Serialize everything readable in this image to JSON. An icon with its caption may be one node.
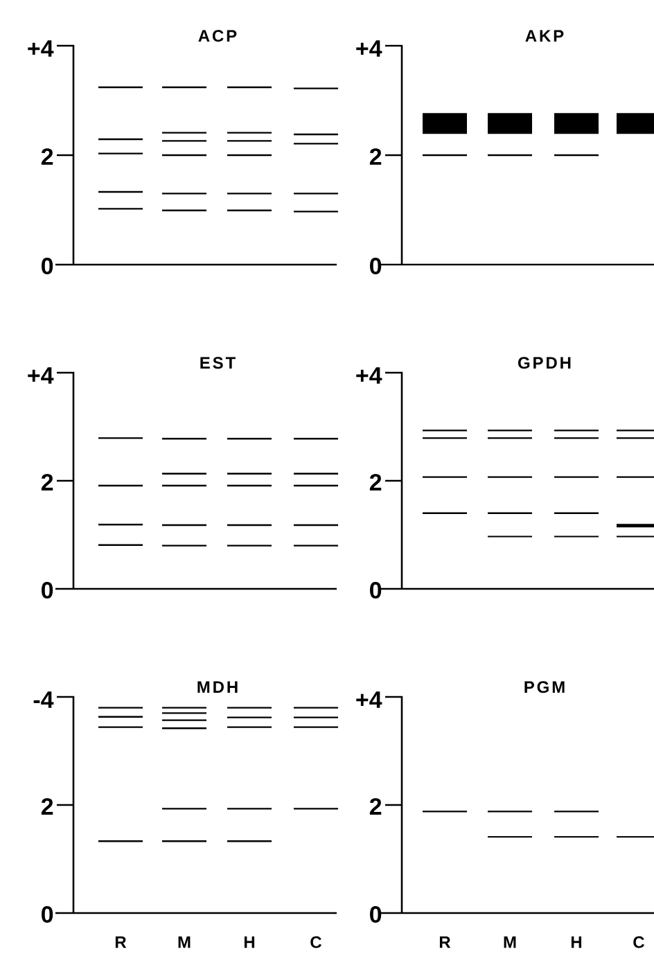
{
  "diagram": {
    "labels": [
      "+4",
      "ACP",
      "+4",
      "AKP",
      "2",
      "2",
      "0",
      "0",
      "+4",
      "EST",
      "+4",
      "GPDH",
      "2",
      "2",
      "0",
      "0",
      "-4",
      "MDH",
      "+4",
      "PGM",
      "2",
      "2",
      "0",
      "0",
      "R",
      "M",
      "H",
      "C",
      "R",
      "M",
      "H",
      "C"
    ]
  }
}
